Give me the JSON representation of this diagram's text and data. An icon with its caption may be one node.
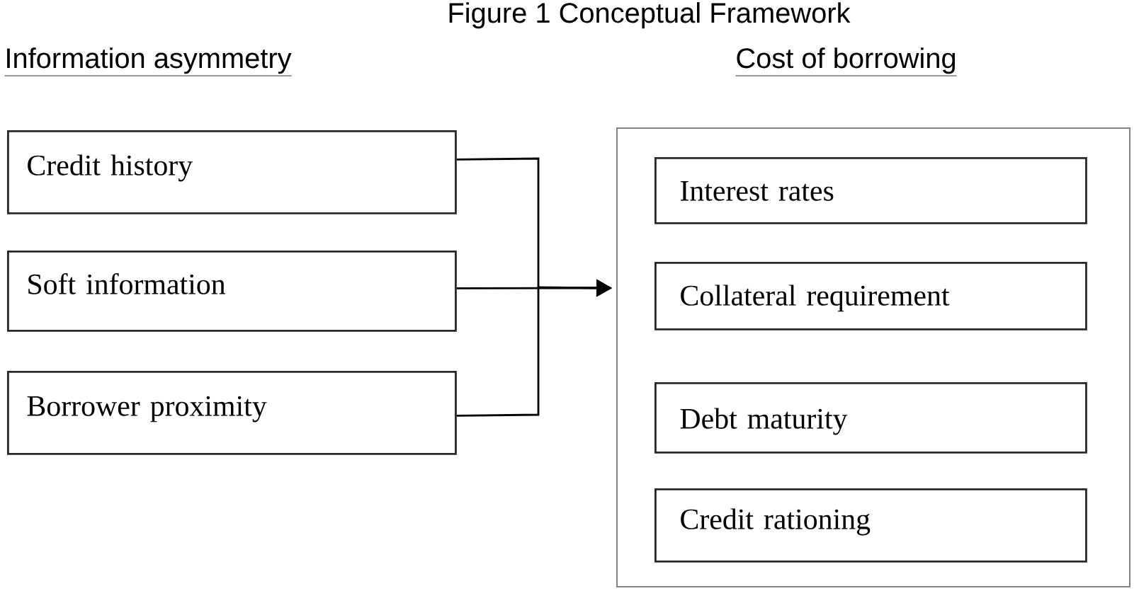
{
  "diagram": {
    "title": "Figure 1 Conceptual Framework",
    "nodes": [
      {
        "text": [
          "Credit history"
        ]
      },
      {
        "text": [
          "Soft information"
        ]
      },
      {
        "text": [
          "Borrower proximity"
        ]
      },
      {
        "text": [],
        "shape": "box"
      },
      {
        "text": [
          "Interest rates"
        ],
        "in": 3
      },
      {
        "text": [
          "Collateral requirement"
        ],
        "in": 3
      },
      {
        "text": [
          "Debt maturity"
        ],
        "in": 3
      },
      {
        "text": [
          "Credit rationing"
        ],
        "in": 3
      }
    ],
    "edges": [
      {
        "from": 0,
        "to": 3,
        "arrow": "to"
      },
      {
        "from": 1,
        "to": 3,
        "arrow": "to"
      },
      {
        "from": 2,
        "to": 3,
        "arrow": "to"
      }
    ],
    "labels": [
      "Information asymmetry",
      "Cost of borrowing"
    ]
  }
}
